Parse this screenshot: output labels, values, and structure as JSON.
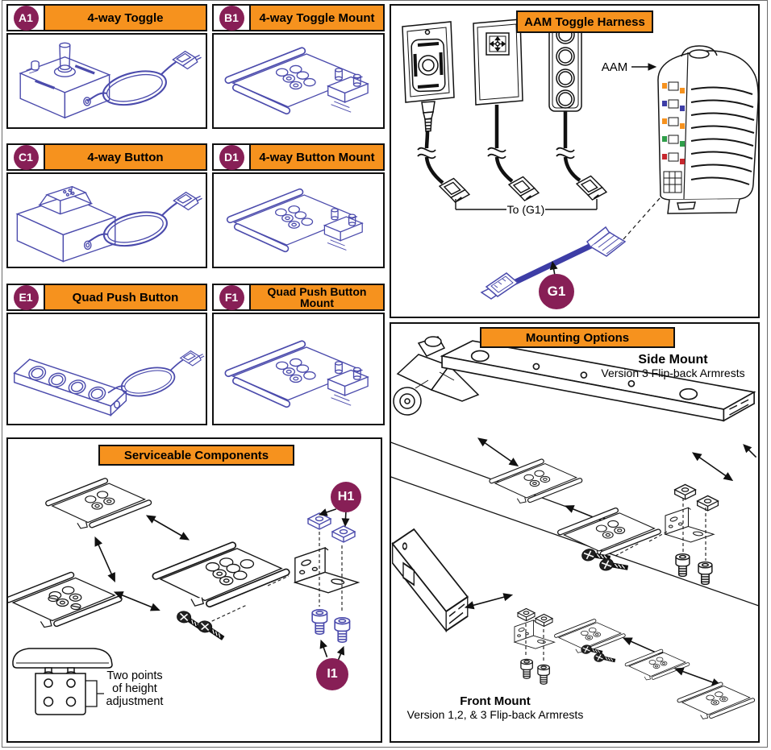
{
  "colors": {
    "accent_orange": "#F6921E",
    "badge_magenta": "#871F56",
    "blueprint_blue": "#4B4BAC",
    "line_black": "#161616",
    "chip_orange": "#F6921E",
    "chip_blue": "#3D3DA6",
    "chip_green": "#2F9E49",
    "chip_red": "#C6282E"
  },
  "parts_panels": [
    {
      "id": "a1",
      "badge": "A1",
      "title": "4-way Toggle"
    },
    {
      "id": "b1",
      "badge": "B1",
      "title": "4-way Toggle Mount"
    },
    {
      "id": "c1",
      "badge": "C1",
      "title": "4-way Button"
    },
    {
      "id": "d1",
      "badge": "D1",
      "title": "4-way Button Mount"
    },
    {
      "id": "e1",
      "badge": "E1",
      "title": "Quad Push Button"
    },
    {
      "id": "f1",
      "badge": "F1",
      "title": "Quad Push Button Mount"
    }
  ],
  "harness_panel": {
    "title": "AAM Toggle Harness",
    "aam_label": "AAM",
    "to_label": "To (G1)",
    "badge": "G1"
  },
  "serviceable_panel": {
    "title": "Serviceable Components",
    "badge_h": "H1",
    "badge_i": "I1",
    "note_lines": [
      "Two points",
      "of height",
      "adjustment"
    ]
  },
  "mounting_panel": {
    "title": "Mounting Options",
    "side_mount": {
      "title": "Side Mount",
      "subtitle": "Version 3 Flip-back Armrests"
    },
    "front_mount": {
      "title": "Front Mount",
      "subtitle": "Version 1,2, & 3 Flip-back Armrests"
    }
  }
}
